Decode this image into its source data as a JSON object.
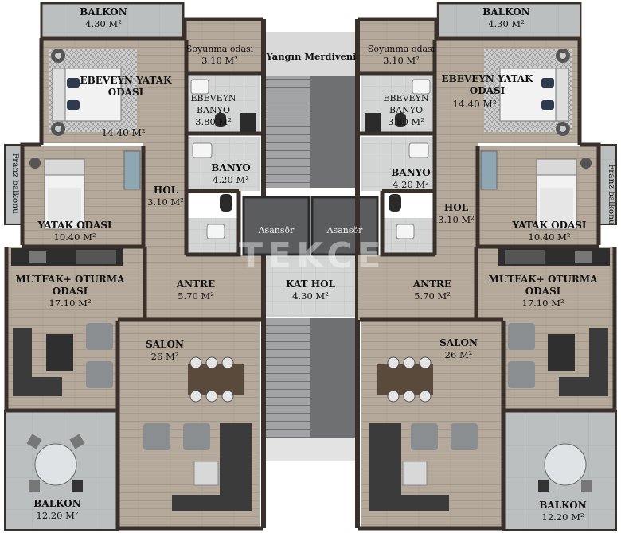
{
  "watermark": "TEKCE",
  "rooms": {
    "balkon_top_left": {
      "name": "BALKON",
      "area": "4.30 M²"
    },
    "balkon_top_right": {
      "name": "BALKON",
      "area": "4.30 M²"
    },
    "soyunma_left": {
      "name": "Soyunma odası",
      "area": "3.10 M²"
    },
    "soyunma_right": {
      "name": "Soyunma odası",
      "area": "3.10 M²"
    },
    "yangin": {
      "name": "Yangın Merdiveni"
    },
    "ebeveyn_left": {
      "name": "EBEVEYN YATAK",
      "name2": "ODASI",
      "area": "14.40 M²"
    },
    "ebeveyn_right": {
      "name": "EBEVEYN YATAK",
      "name2": "ODASI",
      "area": "14.40 M²"
    },
    "ebeveyn_banyo_left": {
      "name": "EBEVEYN",
      "name2": "BANYO",
      "area": "3.80 M²"
    },
    "ebeveyn_banyo_right": {
      "name": "EBEVEYN",
      "name2": "BANYO",
      "area": "3.80 M²"
    },
    "banyo_left": {
      "name": "BANYO",
      "area": "4.20 M²"
    },
    "banyo_right": {
      "name": "BANYO",
      "area": "4.20 M²"
    },
    "hol_left": {
      "name": "HOL",
      "area": "3.10 M²"
    },
    "hol_right": {
      "name": "HOL",
      "area": "3.10 M²"
    },
    "franz_left": {
      "name": "Franz balkonu"
    },
    "franz_right": {
      "name": "Franz balkonu"
    },
    "yatak_left": {
      "name": "YATAK ODASI",
      "area": "10.40 M²"
    },
    "yatak_right": {
      "name": "YATAK ODASI",
      "area": "10.40 M²"
    },
    "asansor_left": {
      "name": "Asansör"
    },
    "asansor_right": {
      "name": "Asansör"
    },
    "mutfak_left": {
      "name": "MUTFAK+ OTURMA",
      "name2": "ODASI",
      "area": "17.10 M²"
    },
    "mutfak_right": {
      "name": "MUTFAK+ OTURMA",
      "name2": "ODASI",
      "area": "17.10 M²"
    },
    "kat_hol": {
      "name": "KAT HOL",
      "area": "4.30 M²"
    },
    "antre_left": {
      "name": "ANTRE",
      "area": "5.70 M²"
    },
    "antre_right": {
      "name": "ANTRE",
      "area": "5.70 M²"
    },
    "salon_left": {
      "name": "SALON",
      "area": "26 M²"
    },
    "salon_right": {
      "name": "SALON",
      "area": "26 M²"
    },
    "balkon_bottom_left": {
      "name": "BALKON",
      "area": "12.20 M²"
    },
    "balkon_bottom_right": {
      "name": "BALKON",
      "area": "12.20 M²"
    }
  },
  "colors": {
    "wall": "#3a302b",
    "wood": "#b3a89a",
    "tile": "#cfd0d0",
    "balcony": "#b9bcbd",
    "stair": "#8e9091",
    "elevator": "#5b5d5e",
    "sofa": "#3b3b3c"
  }
}
